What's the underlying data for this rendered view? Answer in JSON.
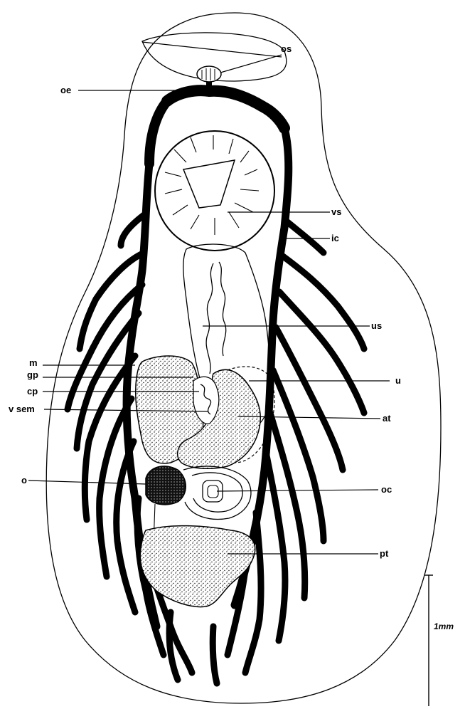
{
  "labels": {
    "os": "os",
    "oe": "oe",
    "vs": "vs",
    "ic": "ic",
    "us": "us",
    "m": "m",
    "gp": "gp",
    "u": "u",
    "cp": "cp",
    "vsem": "v sem",
    "at": "at",
    "o": "o",
    "oc": "oc",
    "pt": "pt"
  },
  "scale_bar": {
    "label": "1mm"
  },
  "colors": {
    "ink": "#000000",
    "paper": "#ffffff"
  }
}
